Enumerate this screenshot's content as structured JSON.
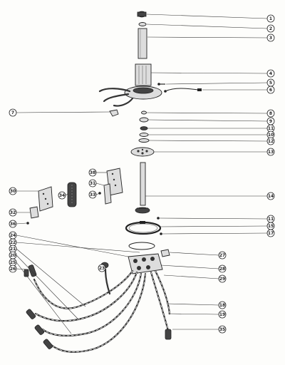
{
  "diagram": {
    "callouts": [
      {
        "id": "c1",
        "label": "1"
      },
      {
        "id": "c2",
        "label": "2"
      },
      {
        "id": "c3",
        "label": "3"
      },
      {
        "id": "c4",
        "label": "4"
      },
      {
        "id": "c5",
        "label": "5"
      },
      {
        "id": "c6",
        "label": "6"
      },
      {
        "id": "c7",
        "label": "7"
      },
      {
        "id": "c8",
        "label": "8"
      },
      {
        "id": "c9",
        "label": "9"
      },
      {
        "id": "c11a",
        "label": "11"
      },
      {
        "id": "c10",
        "label": "10"
      },
      {
        "id": "c12",
        "label": "12"
      },
      {
        "id": "c13",
        "label": "13"
      },
      {
        "id": "c14",
        "label": "14"
      },
      {
        "id": "c30",
        "label": "30"
      },
      {
        "id": "c31",
        "label": "31"
      },
      {
        "id": "c33",
        "label": "33"
      },
      {
        "id": "c34",
        "label": "34"
      },
      {
        "id": "c38",
        "label": "38"
      },
      {
        "id": "c32",
        "label": "32"
      },
      {
        "id": "c36",
        "label": "36"
      },
      {
        "id": "c11b",
        "label": "11"
      },
      {
        "id": "c15",
        "label": "15"
      },
      {
        "id": "c17",
        "label": "17"
      },
      {
        "id": "c24",
        "label": "24"
      },
      {
        "id": "c22",
        "label": "22"
      },
      {
        "id": "c21",
        "label": "21"
      },
      {
        "id": "c20",
        "label": "20"
      },
      {
        "id": "c25",
        "label": "25"
      },
      {
        "id": "c26",
        "label": "26"
      },
      {
        "id": "c27",
        "label": "27"
      },
      {
        "id": "c28",
        "label": "28"
      },
      {
        "id": "c29",
        "label": "29"
      },
      {
        "id": "c18",
        "label": "18"
      },
      {
        "id": "c19",
        "label": "19"
      },
      {
        "id": "c35",
        "label": "35"
      },
      {
        "id": "c23",
        "label": "23"
      }
    ]
  }
}
